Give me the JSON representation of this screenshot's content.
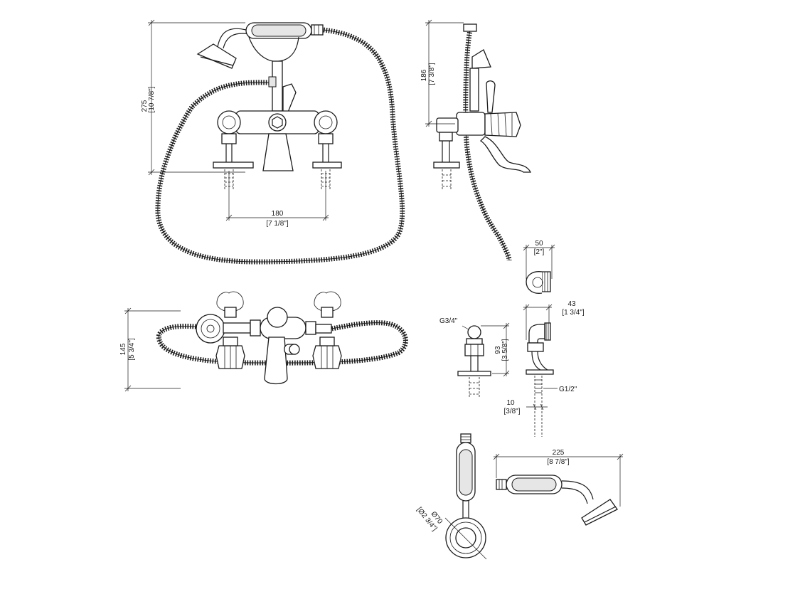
{
  "dimensions": {
    "front_height": {
      "value": "275",
      "imperial": "[10 7/8\"]"
    },
    "side_height": {
      "value": "186",
      "imperial": "[7 3/8\"]"
    },
    "centres": {
      "value": "180",
      "imperial": "[7 1/8\"]"
    },
    "top_depth": {
      "value": "145",
      "imperial": "[5 3/4\"]"
    },
    "cradle_width": {
      "value": "50",
      "imperial": "[2\"]"
    },
    "elbow_depth": {
      "value": "43",
      "imperial": "[1 3/4\"]"
    },
    "leg_height": {
      "value": "93",
      "imperial": "[3 5/8\"]"
    },
    "thread_length": {
      "value": "10",
      "imperial": "[3/8\"]"
    },
    "handset_length": {
      "value": "225",
      "imperial": "[8 7/8\"]"
    },
    "rose_diameter": {
      "value": "Ø70",
      "imperial": "[Ø2 3/4\"]"
    }
  },
  "threads": {
    "inlet": "G3/4\"",
    "connection": "G1/2\""
  }
}
